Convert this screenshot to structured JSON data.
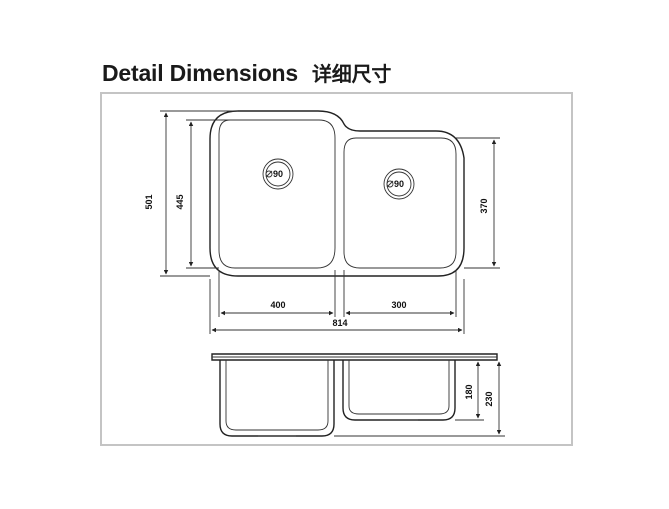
{
  "title": {
    "en": "Detail Dimensions",
    "zh": "详细尺寸"
  },
  "dimensions": {
    "overall_depth": "501",
    "bowl_depth": "445",
    "small_bowl_depth": "370",
    "large_bowl_width": "400",
    "small_bowl_width": "300",
    "overall_width": "814",
    "large_drain": "90",
    "small_drain": "90",
    "small_bowl_height": "180",
    "large_bowl_height": "230"
  },
  "colors": {
    "frame": "#c4c4c4",
    "line": "#222222"
  }
}
